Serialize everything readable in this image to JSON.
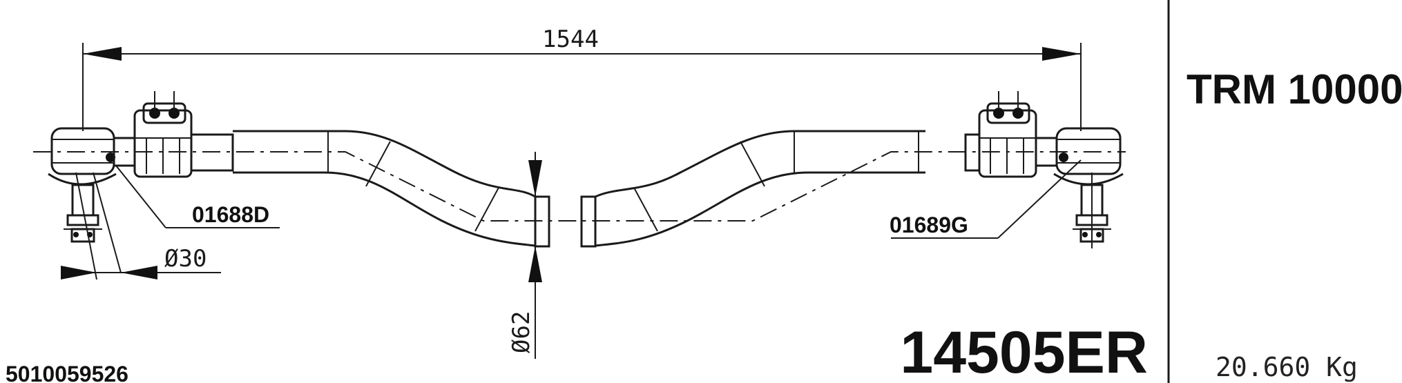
{
  "drawing": {
    "overall_length_label": "1544",
    "ball_pin_diameter_label": "Ø30",
    "tube_diameter_label": "Ø62",
    "left_end_ref": "01688D",
    "right_end_ref": "01689G",
    "model": "TRM 10000",
    "part_number": "14505ER",
    "weight": "20.660 Kg",
    "code": "5010059526"
  }
}
